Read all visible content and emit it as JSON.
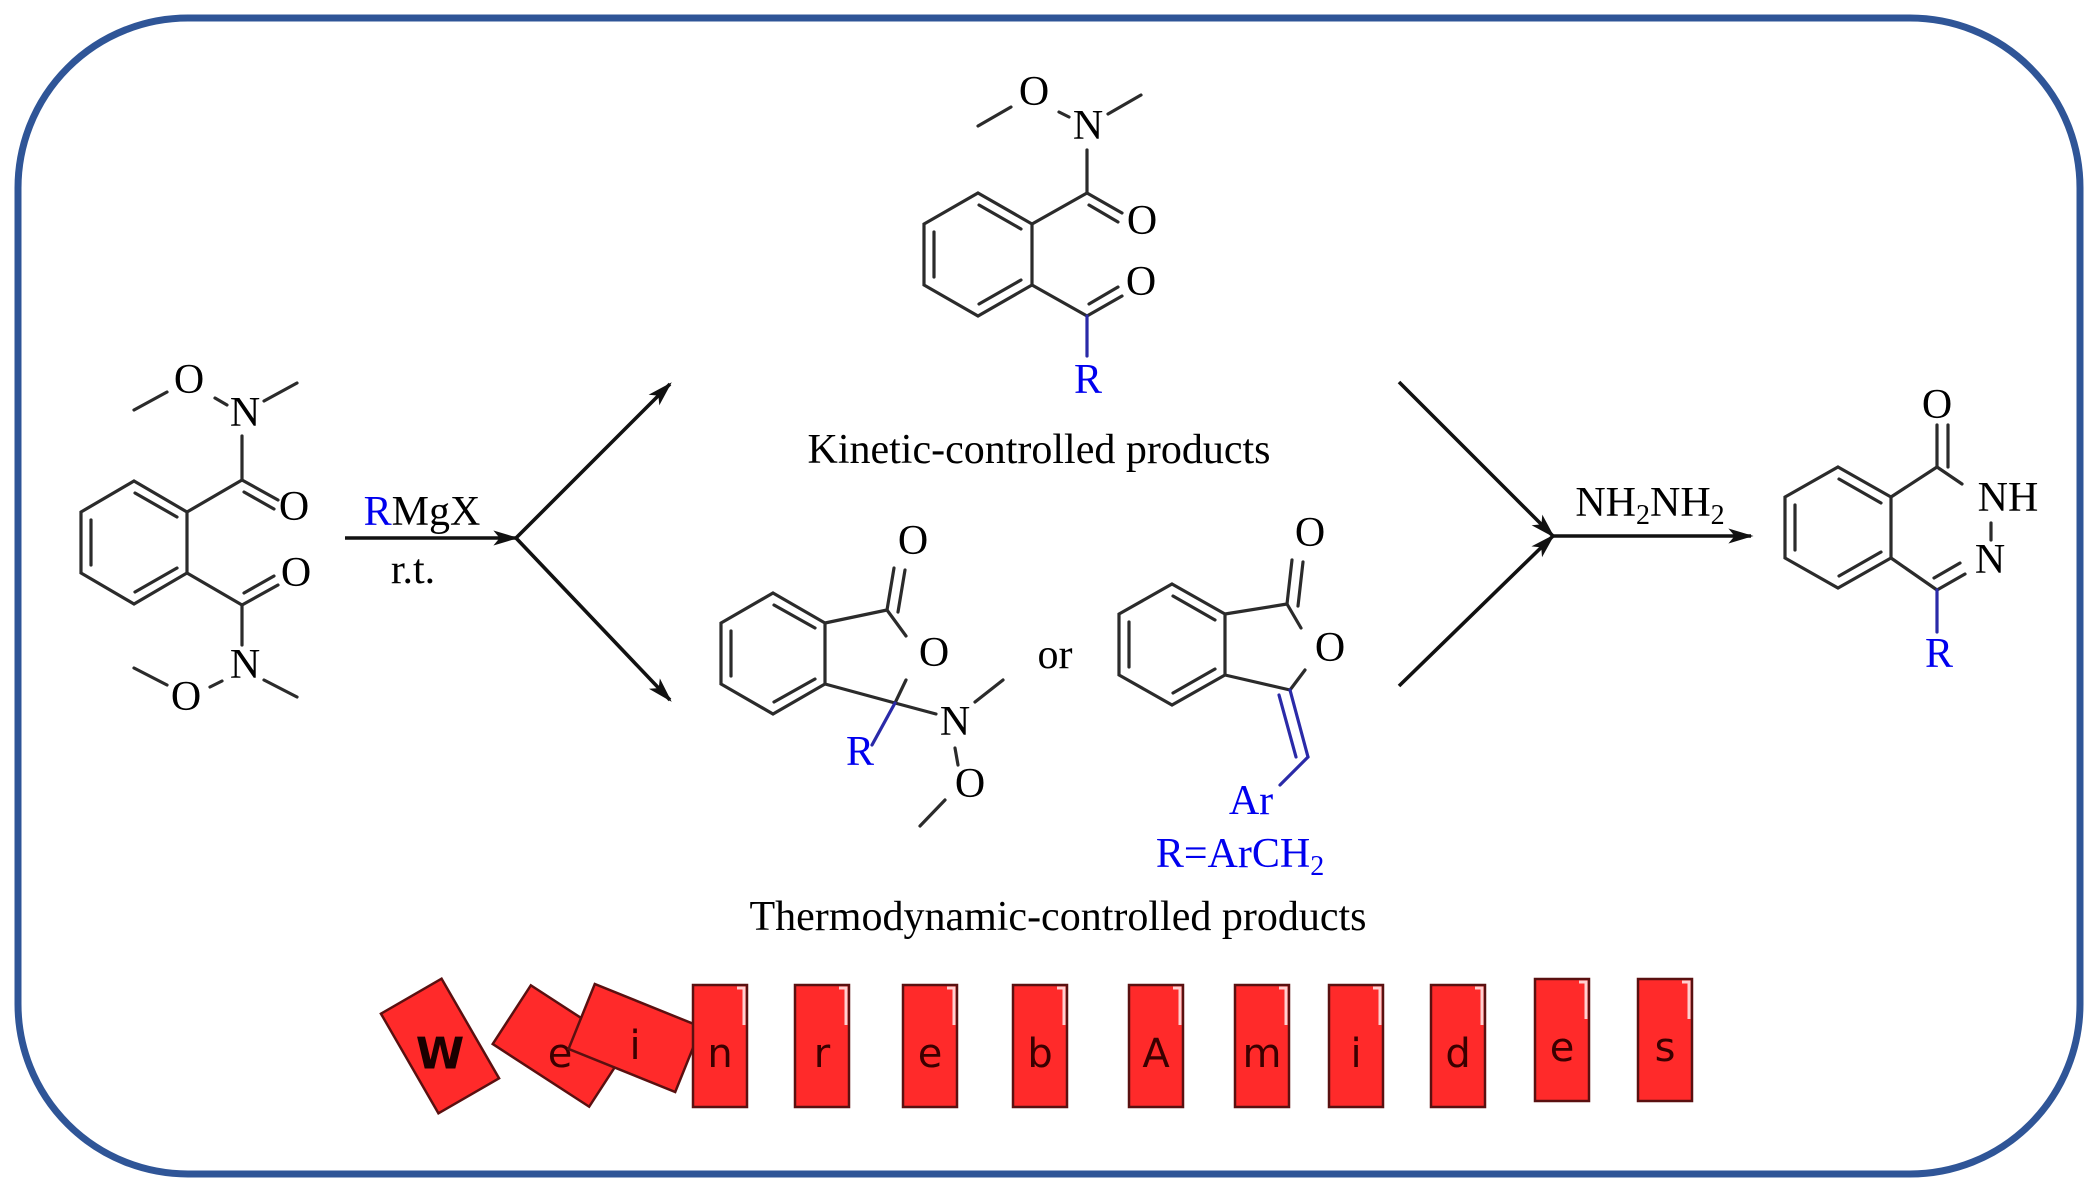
{
  "colors": {
    "frame": "#2f5597",
    "highlight_text": "#0000ee",
    "tile_fill": "#ff2a2a",
    "text": "#000000"
  },
  "start_material": {
    "atoms": {
      "o_top": "O",
      "n_top": "N",
      "carbonyl_o_top": "O",
      "carbonyl_o_bottom": "O",
      "n_bottom": "N",
      "o_bottom": "O"
    }
  },
  "step1": {
    "reagent_r": "R",
    "reagent_rest": "MgX",
    "condition": "r.t."
  },
  "kinetic": {
    "atoms": {
      "o_methoxy": "O",
      "n": "N",
      "o_amide": "O",
      "o_ketone": "O",
      "r": "R"
    },
    "caption": "Kinetic-controlled products"
  },
  "thermodynamic": {
    "product_a": {
      "atoms": {
        "o_carbonyl": "O",
        "o_ring": "O",
        "n": "N",
        "o_methoxy": "O",
        "r": "R"
      }
    },
    "or_label": "or",
    "product_b": {
      "atoms": {
        "o_carbonyl": "O",
        "o_ring": "O",
        "ar": "Ar"
      },
      "r_definition_main": "R=ArCH",
      "r_definition_sub": "2"
    },
    "caption": "Thermodynamic-controlled products"
  },
  "step2": {
    "reagent_parts": [
      "NH",
      "2",
      "NH",
      "2"
    ]
  },
  "final_product": {
    "atoms": {
      "o": "O",
      "nh": "NH",
      "n": "N",
      "r": "R"
    }
  },
  "banner": {
    "letters": [
      "W",
      "e",
      "i",
      "n",
      "r",
      "e",
      "b",
      "A",
      "m",
      "i",
      "d",
      "e",
      "s"
    ],
    "text": "Weinreb Amides"
  }
}
